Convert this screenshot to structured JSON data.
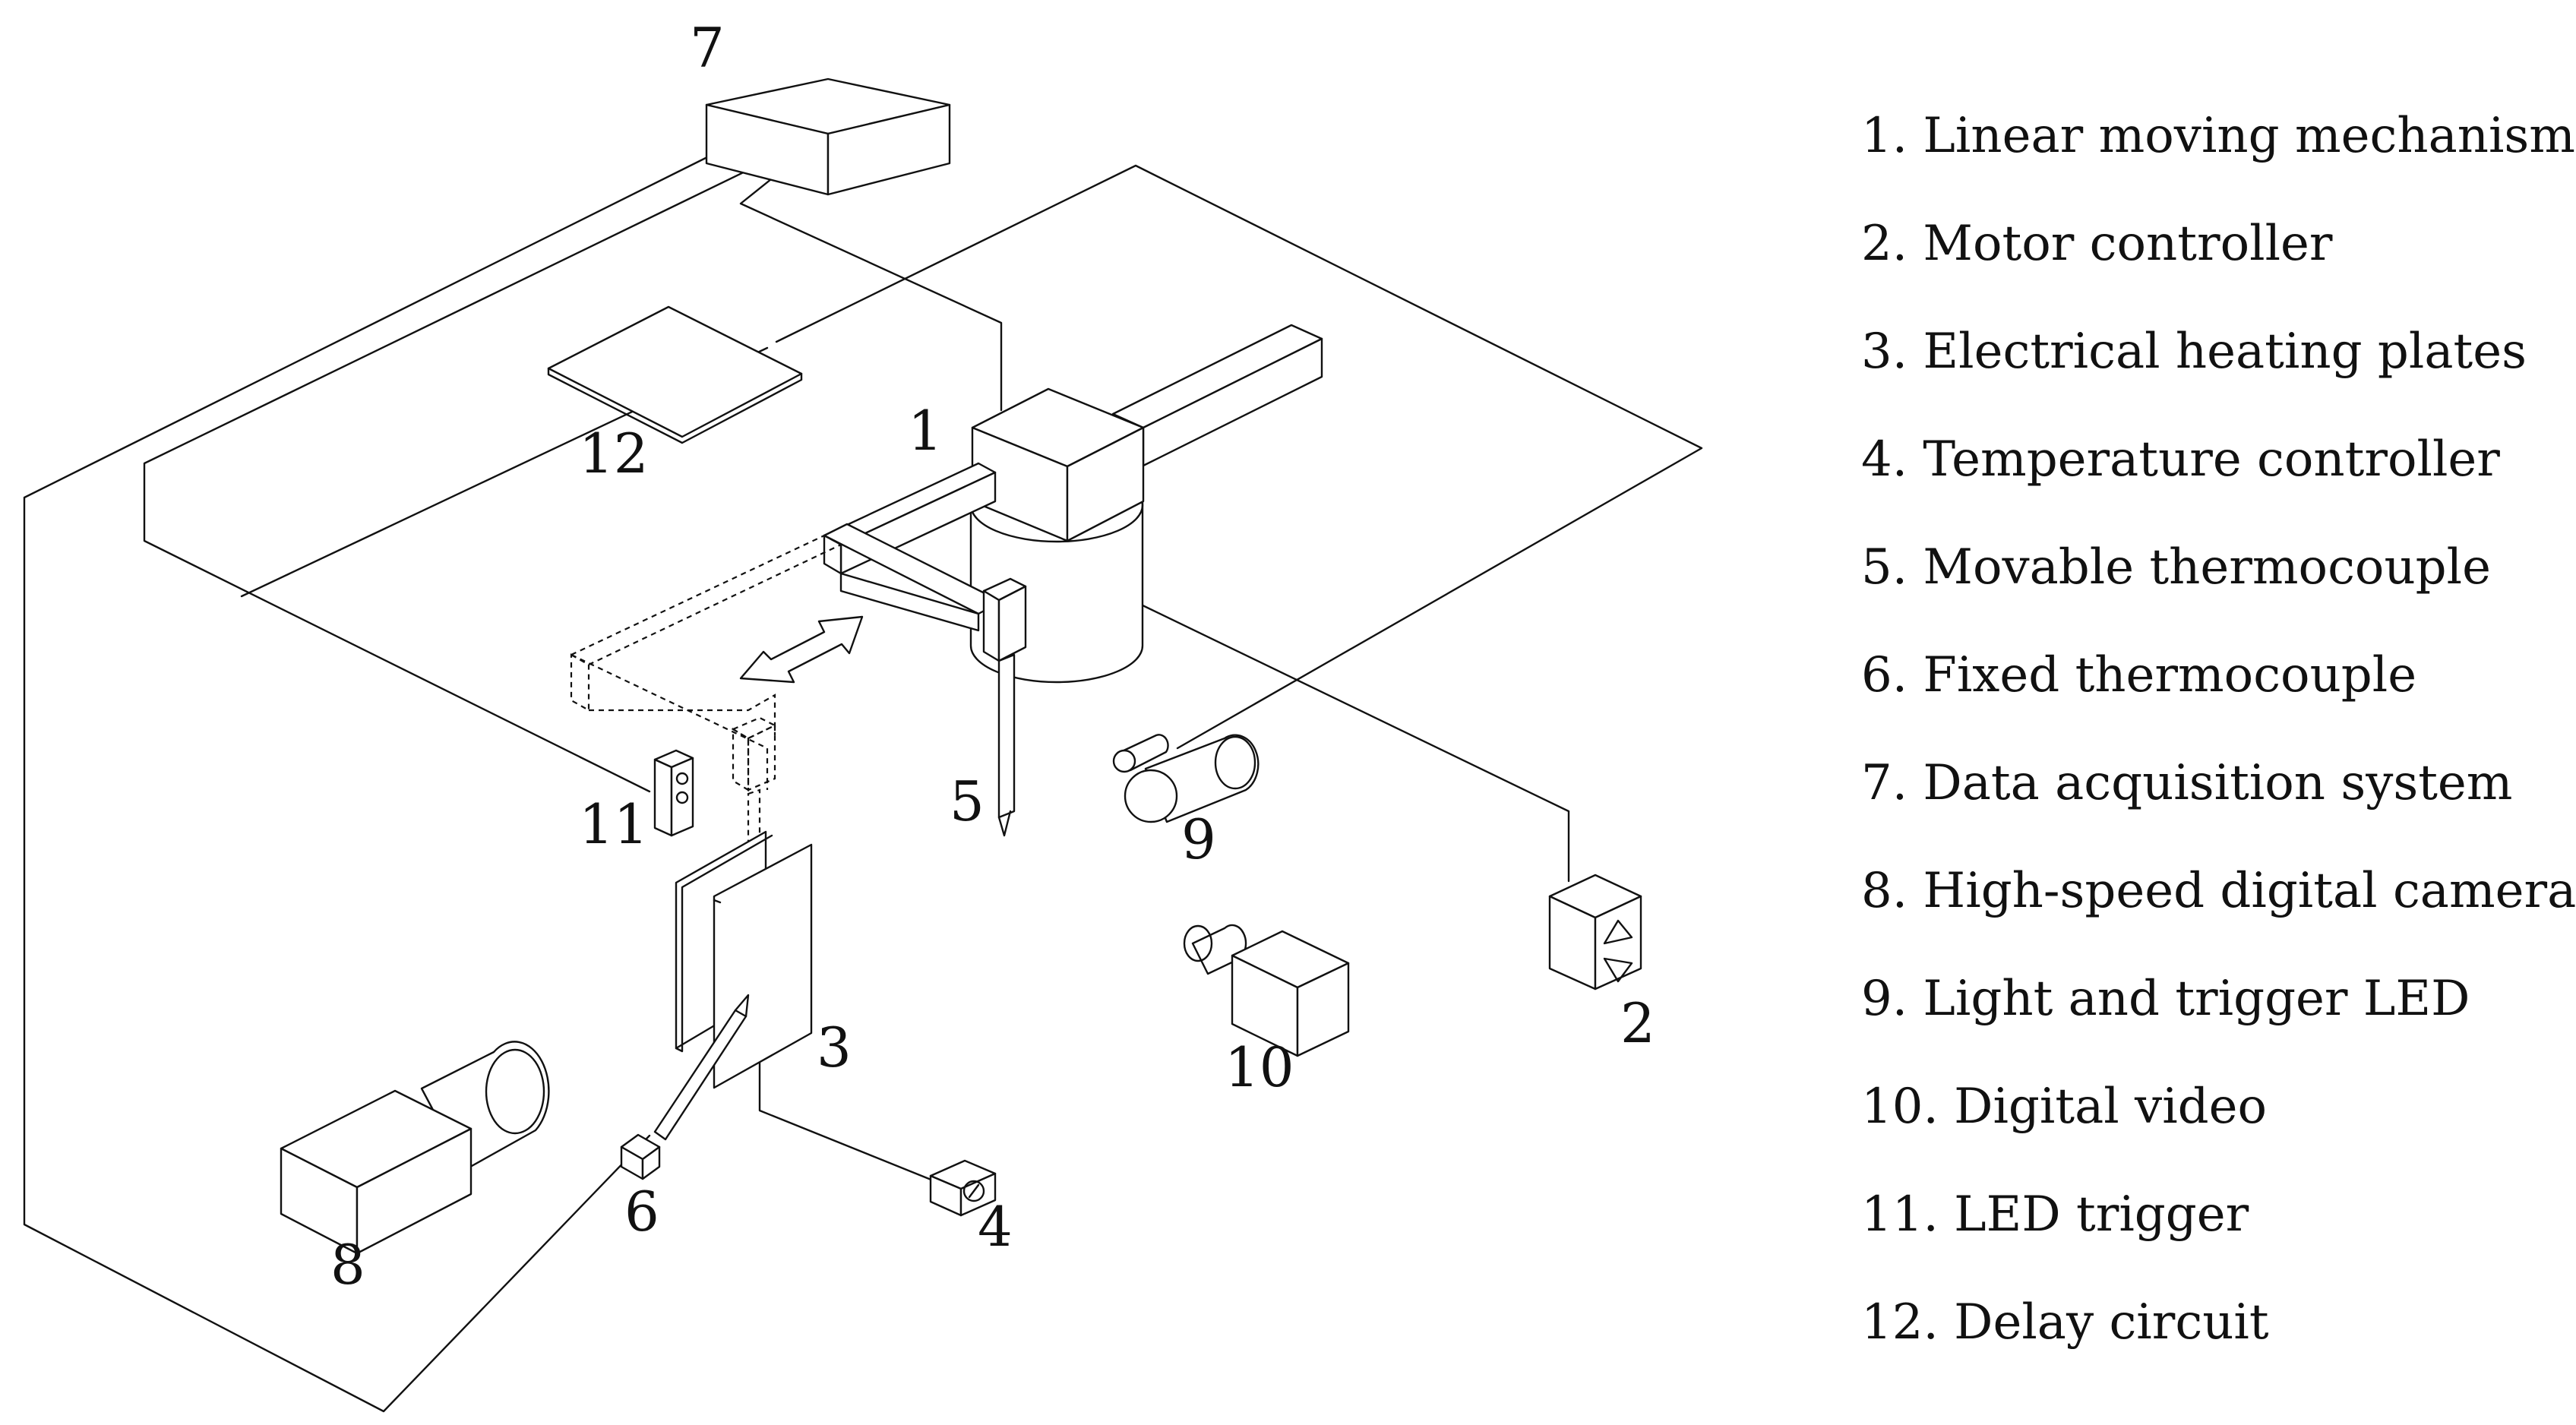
{
  "components": [
    {
      "number": "1",
      "label": "1. Linear moving mechanism"
    },
    {
      "number": "2",
      "label": "2. Motor controller"
    },
    {
      "number": "3",
      "label": "3. Electrical heating plates"
    },
    {
      "number": "4",
      "label": "4. Temperature controller"
    },
    {
      "number": "5",
      "label": "5. Movable thermocouple"
    },
    {
      "number": "6",
      "label": "6. Fixed thermocouple"
    },
    {
      "number": "7",
      "label": "7. Data acquisition system"
    },
    {
      "number": "8",
      "label": "8. High-speed digital camera"
    },
    {
      "number": "9",
      "label": "9. Light and trigger LED"
    },
    {
      "number": "10",
      "label": "10. Digital video"
    },
    {
      "number": "11",
      "label": "11. LED trigger"
    },
    {
      "number": "12",
      "label": "12. Delay circuit"
    }
  ]
}
